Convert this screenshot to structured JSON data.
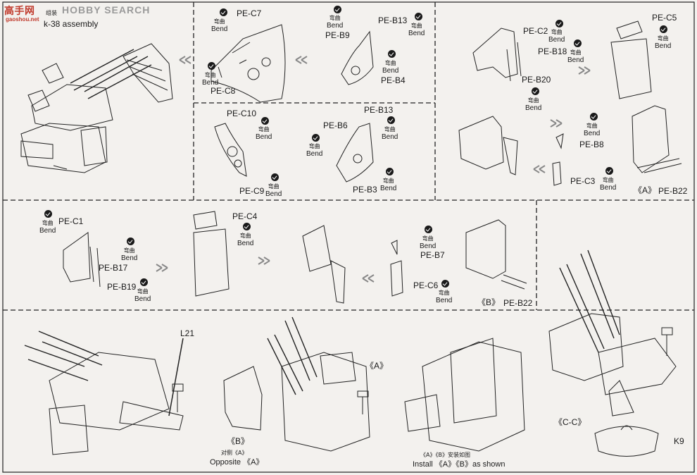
{
  "watermark": {
    "brand_cn": "高手网",
    "brand_en": "HOBBY SEARCH",
    "brand_sub": "gaoshou.net",
    "assembly_cn": "组装"
  },
  "step_title": "k-38 assembly",
  "bend": {
    "cn": "弯曲",
    "en": "Bend"
  },
  "parts": {
    "c7": "PE-C7",
    "c8": "PE-C8",
    "b13a": "PE-B13",
    "b9": "PE-B9",
    "b4": "PE-B4",
    "c2": "PE-C2",
    "b18": "PE-B18",
    "b20": "PE-B20",
    "c5": "PE-C5",
    "c10": "PE-C10",
    "c9": "PE-C9",
    "b6": "PE-B6",
    "b13b": "PE-B13",
    "b3": "PE-B3",
    "b8": "PE-B8",
    "c3": "PE-C3",
    "b22a": "PE-B22",
    "c1": "PE-C1",
    "b17": "PE-B17",
    "b19": "PE-B19",
    "c4": "PE-C4",
    "b7": "PE-B7",
    "c6": "PE-C6",
    "b22b": "PE-B22",
    "l21": "L21",
    "k9": "K9"
  },
  "marks": {
    "a": "《A》",
    "b": "《B》",
    "cc": "《C-C》"
  },
  "captions": {
    "opposite_cn": "对侧《A》",
    "opposite_en": "Opposite 《A》",
    "install_cn": "《A》《B》安装如图",
    "install_en": "Install 《A》《B》as shown"
  }
}
